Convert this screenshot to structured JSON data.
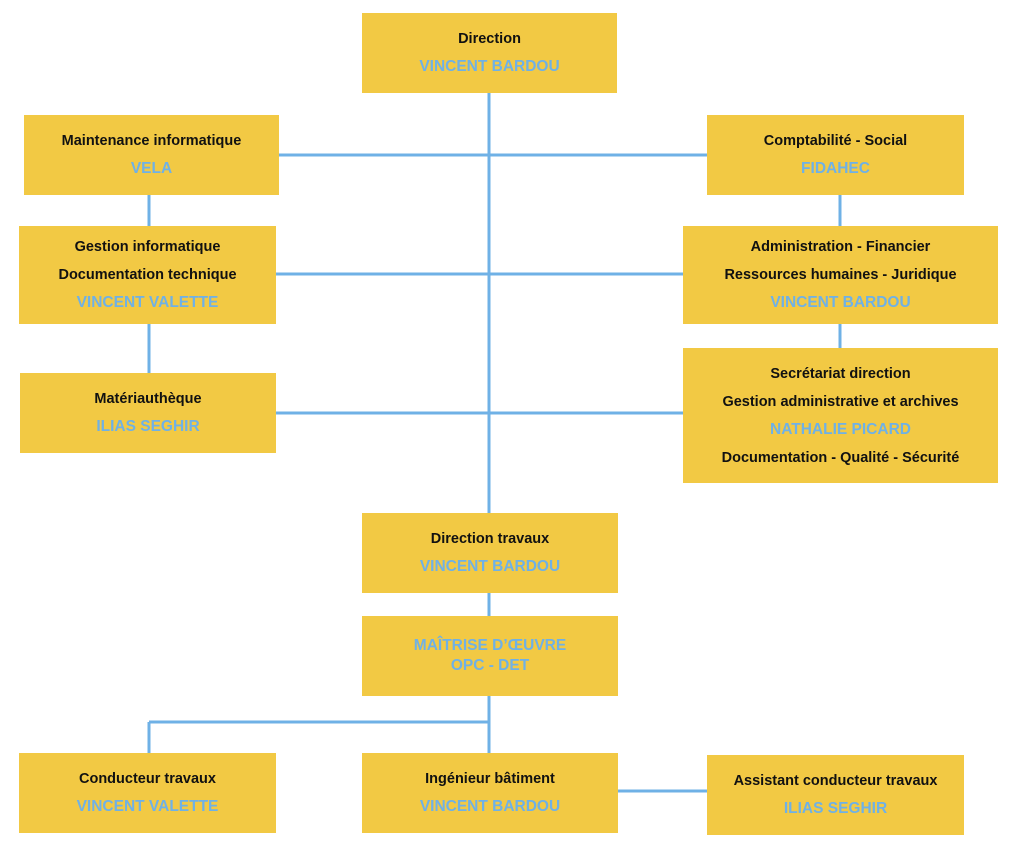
{
  "colors": {
    "box_fill": "#F2C944",
    "role_text": "#111111",
    "person_text": "#6FB1E6",
    "connector": "#6FB1E6"
  },
  "boxes": {
    "direction": {
      "role": "Direction",
      "person": "VINCENT BARDOU"
    },
    "maintenance_informatique": {
      "role": "Maintenance informatique",
      "person": "VELA"
    },
    "comptabilite_social": {
      "role": "Comptabilité - Social",
      "person": "FIDAHEC"
    },
    "gestion_informatique": {
      "role_1": "Gestion informatique",
      "role_2": "Documentation technique",
      "person": "VINCENT VALETTE"
    },
    "administration": {
      "role_1": "Administration - Financier",
      "role_2": "Ressources humaines - Juridique",
      "person": "VINCENT BARDOU"
    },
    "materiautheque": {
      "role": "Matériauthèque",
      "person": "ILIAS SEGHIR"
    },
    "secretariat": {
      "role_1": "Secrétariat direction",
      "role_2": "Gestion administrative et archives",
      "person": "NATHALIE PICARD",
      "role_3": "Documentation - Qualité - Sécurité"
    },
    "direction_travaux": {
      "role": "Direction travaux",
      "person": "VINCENT BARDOU"
    },
    "maitrise_oeuvre": {
      "line_1": "MAÎTRISE D’ŒUVRE",
      "line_2": "OPC - DET"
    },
    "conducteur_travaux": {
      "role": "Conducteur travaux",
      "person": "VINCENT VALETTE"
    },
    "ingenieur_batiment": {
      "role": "Ingénieur bâtiment",
      "person": "VINCENT BARDOU"
    },
    "assistant_conducteur": {
      "role": "Assistant conducteur travaux",
      "person": "ILIAS SEGHIR"
    }
  }
}
